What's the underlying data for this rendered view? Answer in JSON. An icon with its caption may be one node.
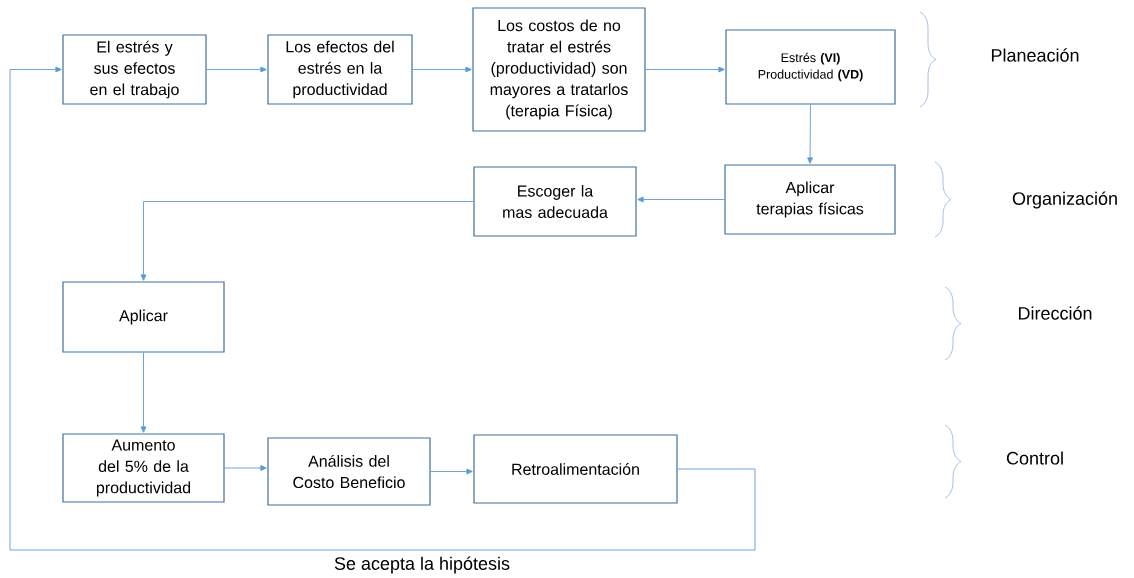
{
  "diagram": {
    "nodes": [
      {
        "text": [
          "El estrés y sus efectos en el trabajo"
        ]
      },
      {
        "text": [
          "Los efectos del estrés en la productividad"
        ]
      },
      {
        "text": [
          "Los costos de no tratar el estrés (productividad) son mayores a tratarlos (terapia Física)"
        ]
      },
      {
        "text": [
          "Estrés **(VI)** Productividad **(VD)**"
        ]
      },
      {
        "text": [
          "Aplicar terapias físicas"
        ]
      },
      {
        "text": [
          "Escoger la mas adecuada"
        ]
      },
      {
        "text": [
          "Aplicar"
        ]
      },
      {
        "text": [
          "Aumento del 5% de la productividad"
        ]
      },
      {
        "text": [
          "Análisis del Costo Beneficio"
        ]
      },
      {
        "text": [
          "Retroalimentación"
        ]
      }
    ],
    "edges": [
      {
        "from": 0,
        "to": 1,
        "arrow": "to"
      },
      {
        "from": 1,
        "to": 2,
        "arrow": "to"
      },
      {
        "from": 2,
        "to": 3,
        "arrow": "to"
      },
      {
        "from": 3,
        "to": 4,
        "arrow": "to"
      },
      {
        "from": 4,
        "to": 5,
        "arrow": "to"
      },
      {
        "from": 5,
        "to": 6,
        "arrow": "to"
      },
      {
        "from": 6,
        "to": 7,
        "arrow": "to"
      },
      {
        "from": 7,
        "to": 8,
        "arrow": "to"
      },
      {
        "from": 8,
        "to": 9,
        "arrow": "to"
      },
      {
        "from": 9,
        "to": 0,
        "arrow": "to",
        "label": "Se acepta la hipótesis"
      }
    ],
    "labels": [
      "Planeación",
      "Organización",
      "Dirección",
      "Control"
    ]
  }
}
